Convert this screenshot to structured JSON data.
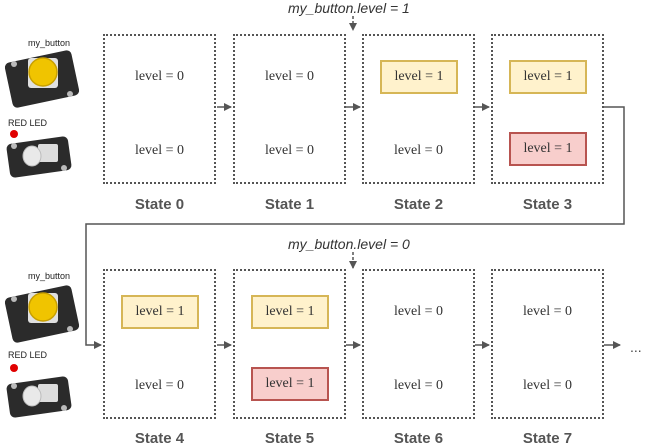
{
  "events": {
    "top": "my_button.level = 1",
    "bottom": "my_button.level = 0"
  },
  "hardware": {
    "button_label": "my_button",
    "led_label": "RED LED"
  },
  "level_on": "level = 1",
  "level_off": "level = 0",
  "states": [
    {
      "name": "State 0",
      "button": "level = 0",
      "led": "level = 0",
      "button_on": false,
      "led_on": false
    },
    {
      "name": "State 1",
      "button": "level = 0",
      "led": "level = 0",
      "button_on": false,
      "led_on": false
    },
    {
      "name": "State 2",
      "button": "level = 1",
      "led": "level = 0",
      "button_on": true,
      "led_on": false
    },
    {
      "name": "State 3",
      "button": "level = 1",
      "led": "level = 1",
      "button_on": true,
      "led_on": true
    },
    {
      "name": "State 4",
      "button": "level = 1",
      "led": "level = 0",
      "button_on": true,
      "led_on": false
    },
    {
      "name": "State 5",
      "button": "level = 1",
      "led": "level = 1",
      "button_on": true,
      "led_on": true
    },
    {
      "name": "State 6",
      "button": "level = 0",
      "led": "level = 0",
      "button_on": false,
      "led_on": false
    },
    {
      "name": "State 7",
      "button": "level = 0",
      "led": "level = 0",
      "button_on": false,
      "led_on": false
    }
  ],
  "continuation": "...",
  "colors": {
    "on_fill": "#fff2cc",
    "on_border": "#d6b656",
    "led_fill": "#f8cecc",
    "led_border": "#b85450"
  }
}
